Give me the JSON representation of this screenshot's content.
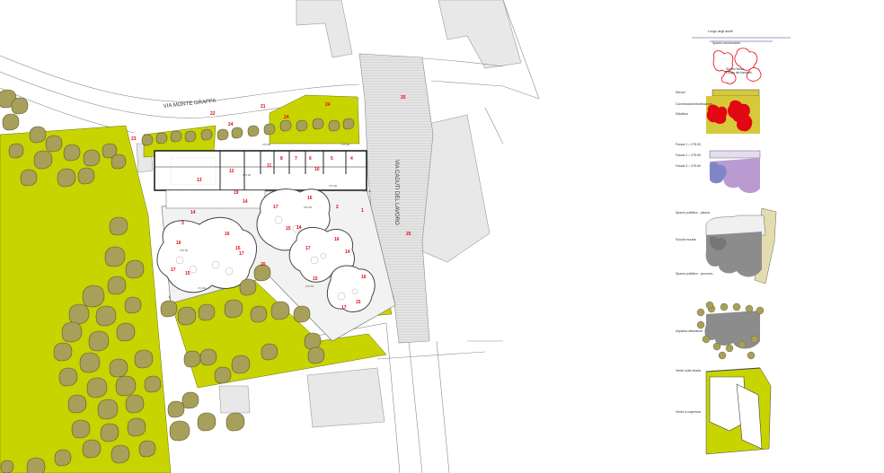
{
  "site_plan": {
    "street_labels": {
      "via_monte_grappa": "VIA MONTE GRAPPA",
      "via_caduti_del_lavoro": "VIA CADUTI DEL LAVORO"
    },
    "room_numbers": [
      "13",
      "12",
      "11",
      "8",
      "7",
      "6",
      "5",
      "4",
      "10",
      "14",
      "16",
      "15",
      "17",
      "2",
      "3",
      "1",
      "20",
      "21",
      "22",
      "24",
      "25",
      "23",
      "19"
    ],
    "elevations": [
      "275.00",
      "276.80",
      "275.60",
      "275.50",
      "274.60"
    ]
  },
  "legend": [
    {
      "id": "leg1",
      "labels": [
        "Luogo degli adulti",
        "Spazio connessione",
        "Spazio fluido",
        "Luogo dei bambini"
      ]
    },
    {
      "id": "leg2",
      "labels": [
        "Servizi",
        "Connessione/distribuzione",
        "Didattica"
      ]
    },
    {
      "id": "leg3",
      "labels": [
        "Fascia 1 = 275.00",
        "Fascia 2 = 275.50",
        "Fascia 3 = 275.60"
      ]
    },
    {
      "id": "leg4",
      "labels": [
        "Spazio pubblico - piazza",
        "Scuola murata",
        "Spazio pubblico - percorso"
      ]
    },
    {
      "id": "leg5",
      "labels": [
        "Impianto alberature"
      ]
    },
    {
      "id": "leg6",
      "labels": [
        "Verde sulla strada",
        "Verde a copertura"
      ]
    }
  ],
  "colors": {
    "green": "#c8d400",
    "tree_fill": "#a6a05a",
    "tree_stroke": "#5e5a2c",
    "gray_bldg": "#e8e8e8",
    "paving": "#d9d9d9",
    "red_num": "#e30613",
    "legend_red": "#e30613",
    "legend_yellow": "#d6c93a",
    "legend_purple": "#b99bd1",
    "legend_blue": "#7f86c8",
    "legend_gray": "#8c8c8c",
    "legend_sand": "#e3dcae"
  }
}
